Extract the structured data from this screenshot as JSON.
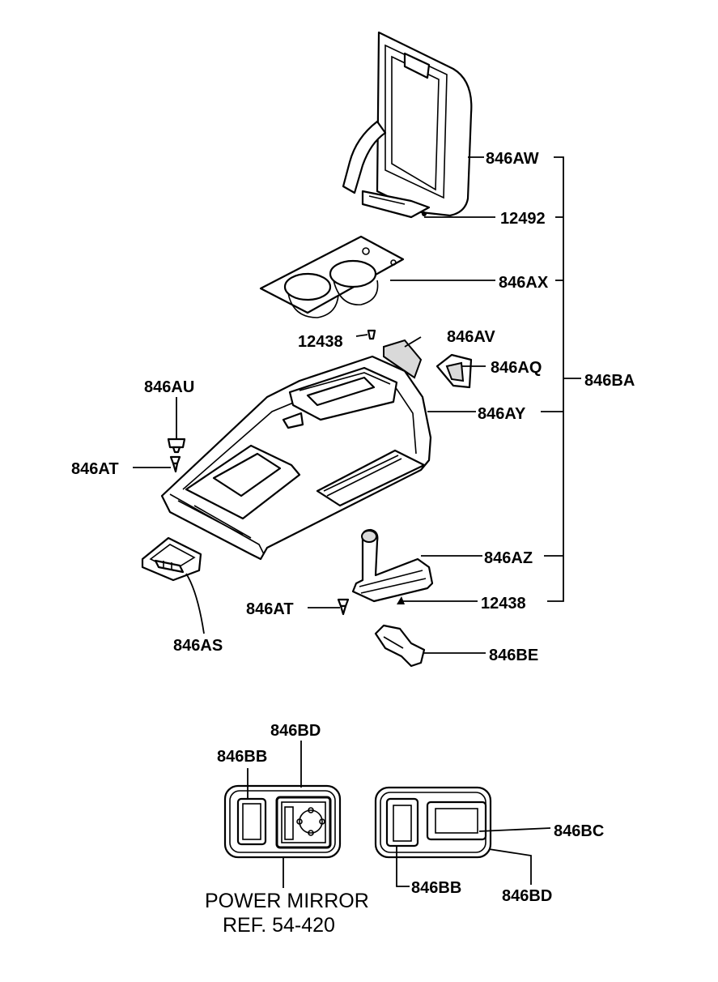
{
  "labels": {
    "p846AW": "846AW",
    "p12492": "12492",
    "p846AX": "846AX",
    "p12438a": "12438",
    "p846AV": "846AV",
    "p846AQ": "846AQ",
    "p846BA": "846BA",
    "p846AU": "846AU",
    "p846AY": "846AY",
    "p846ATa": "846AT",
    "p846AZ": "846AZ",
    "p846ATb": "846AT",
    "p12438b": "12438",
    "p846AS": "846AS",
    "p846BE": "846BE",
    "p846BDa": "846BD",
    "p846BBa": "846BB",
    "p846BC": "846BC",
    "p846BBb": "846BB",
    "p846BDb": "846BD"
  },
  "note": {
    "line1": "POWER MIRROR",
    "line2": "REF. 54-420"
  }
}
